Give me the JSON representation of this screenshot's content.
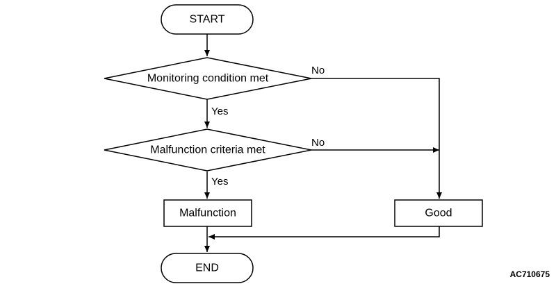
{
  "flowchart": {
    "nodes": {
      "start": "START",
      "decision_monitoring": "Monitoring condition met",
      "decision_criteria": "Malfunction criteria met",
      "malfunction": "Malfunction",
      "good": "Good",
      "end": "END"
    },
    "branch_labels": {
      "monitoring_no": "No",
      "monitoring_yes": "Yes",
      "criteria_no": "No",
      "criteria_yes": "Yes"
    }
  },
  "figure_code": "AC710675"
}
